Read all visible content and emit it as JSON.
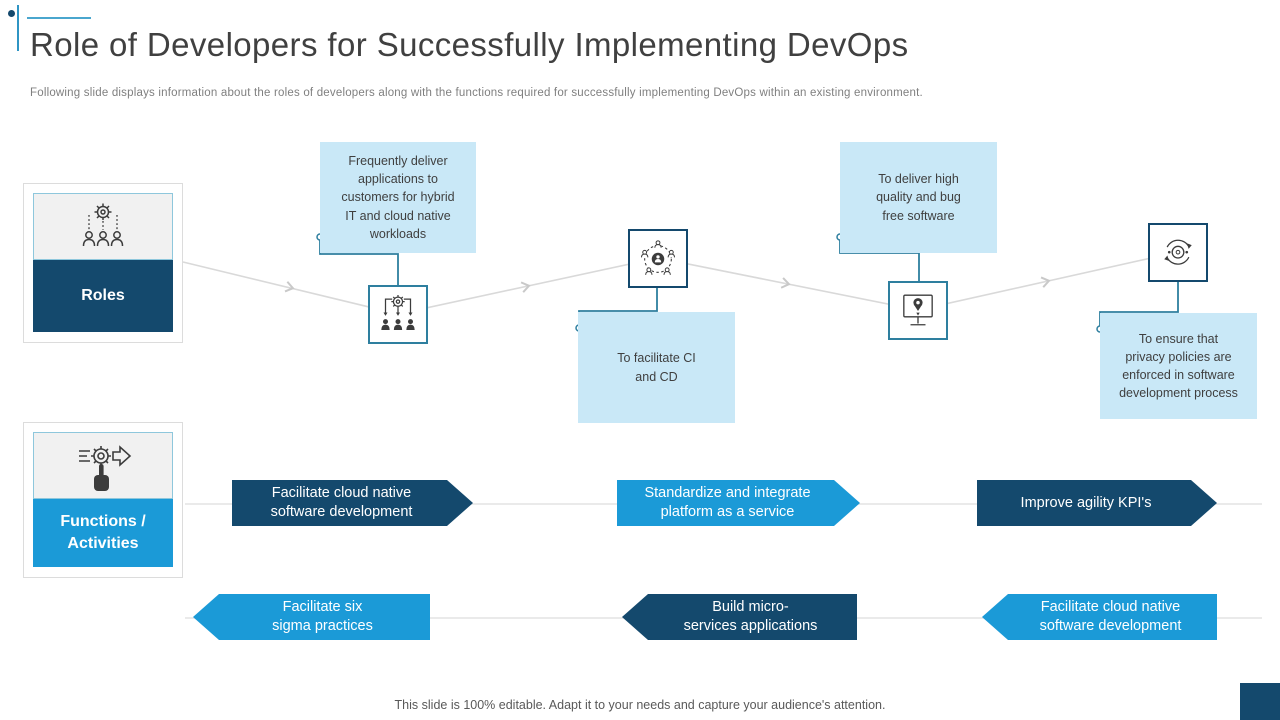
{
  "colors": {
    "navy": "#14496D",
    "blue": "#1B9AD7",
    "light_blue": "#C9E8F7",
    "teal": "#2E7F9F",
    "line_gray": "#DDDDDD"
  },
  "header": {
    "title": "Role of Developers for Successfully Implementing DevOps",
    "subtitle": "Following slide displays information about the roles of developers along with the functions required for successfully implementing DevOps within an existing environment."
  },
  "legend": {
    "roles_label": "Roles",
    "functions_label": "Functions / Activities"
  },
  "roles_flow": {
    "callouts": [
      "Frequently deliver\napplications to\ncustomers for hybrid\nIT and cloud native\nworkloads",
      "To facilitate CI\nand CD",
      "To deliver high\nquality and bug\nfree software",
      "To ensure that\nprivacy policies are\nenforced in software\ndevelopment process"
    ],
    "step_icons": [
      "gear-delegate-team-icon",
      "team-collaboration-circle-icon",
      "monitor-location-pin-icon",
      "sync-process-icon"
    ]
  },
  "functions_flow": {
    "forward": [
      "Facilitate cloud native\nsoftware development",
      "Standardize and integrate\nplatform as a service",
      "Improve agility KPI's"
    ],
    "backward": [
      "Facilitate six\nsigma practices",
      "Build micro-\nservices applications",
      "Facilitate cloud native\nsoftware development"
    ]
  },
  "footer": {
    "note": "This slide is 100% editable. Adapt it to your needs and capture your audience's attention."
  },
  "icons": {
    "roles_card": "gear-people-icon",
    "functions_card": "gear-arrow-hand-icon"
  }
}
